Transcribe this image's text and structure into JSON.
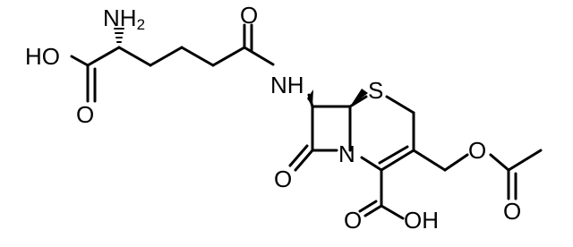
{
  "molecule": {
    "labels": {
      "amino": "NH",
      "amino_sub": "2",
      "hydroxyl_left": "HO",
      "acid_oxygen_left": "O",
      "amide_oxygen": "O",
      "amide_nitrogen": "NH",
      "sulfur": "S",
      "lactam_oxygen": "O",
      "ring_nitrogen": "N",
      "ester_oxygen": "O",
      "acetyl_oxygen": "O",
      "carboxyl_oxygen": "O",
      "carboxyl_hydroxyl": "OH"
    }
  }
}
